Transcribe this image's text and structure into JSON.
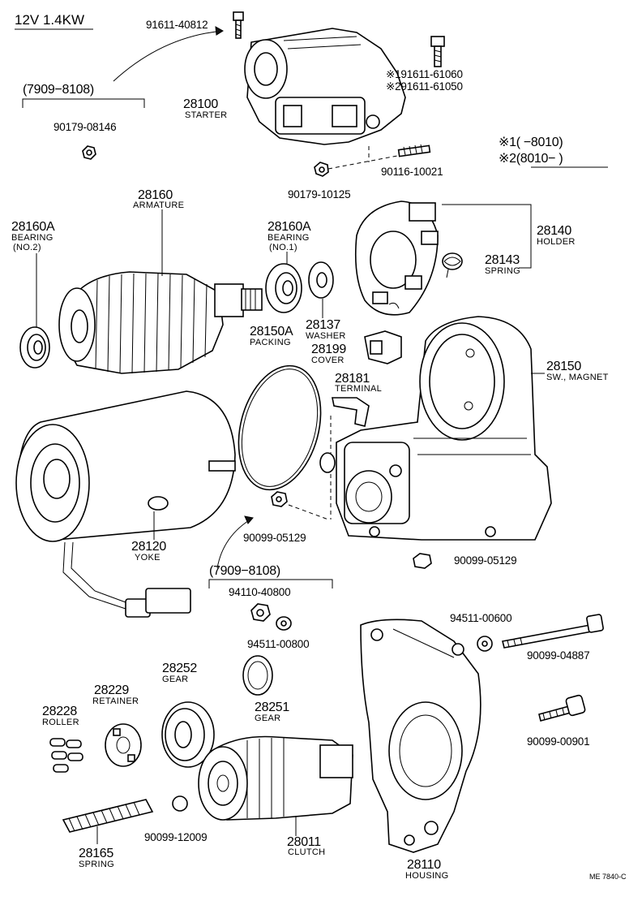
{
  "header": {
    "spec": "12V  1.4KW"
  },
  "notes": {
    "note1": "※1(     −8010)",
    "note2": "※2(8010−      )"
  },
  "brackets": {
    "top": "(7909−8108)",
    "middle": "(7909−8108)"
  },
  "parts": {
    "p28100": {
      "number": "28100",
      "name": "STARTER"
    },
    "p28160": {
      "number": "28160",
      "name": "ARMATURE"
    },
    "p28160A_no2": {
      "number": "28160A",
      "name_line1": "BEARING",
      "name_line2": "(NO.2)"
    },
    "p28160A_no1": {
      "number": "28160A",
      "name_line1": "BEARING",
      "name_line2": "(NO.1)"
    },
    "p28137": {
      "number": "28137",
      "name": "WASHER"
    },
    "p28140": {
      "number": "28140",
      "name": "HOLDER"
    },
    "p28143": {
      "number": "28143",
      "name": "SPRING"
    },
    "p28150A": {
      "number": "28150A",
      "name": "PACKING"
    },
    "p28199": {
      "number": "28199",
      "name": "COVER"
    },
    "p28181": {
      "number": "28181",
      "name": "TERMINAL"
    },
    "p28150": {
      "number": "28150",
      "name": "SW., MAGNET"
    },
    "p28120": {
      "number": "28120",
      "name": "YOKE"
    },
    "p28252": {
      "number": "28252",
      "name": "GEAR"
    },
    "p28251": {
      "number": "28251",
      "name": "GEAR"
    },
    "p28229": {
      "number": "28229",
      "name": "RETAINER"
    },
    "p28228": {
      "number": "28228",
      "name": "ROLLER"
    },
    "p28165": {
      "number": "28165",
      "name": "SPRING"
    },
    "p28011": {
      "number": "28011",
      "name": "CLUTCH"
    },
    "p28110": {
      "number": "28110",
      "name": "HOUSING"
    }
  },
  "hardware": {
    "h91611_40812": "91611-40812",
    "h91611_61060": "※191611-61060",
    "h91611_61050": "※291611-61050",
    "h90179_08146": "90179-08146",
    "h90116_10021": "90116-10021",
    "h90179_10125": "90179-10125",
    "h90099_05129_a": "90099-05129",
    "h90099_05129_b": "90099-05129",
    "h94110_40800": "94110-40800",
    "h94511_00800": "94511-00800",
    "h94511_00600": "94511-00600",
    "h90099_04887": "90099-04887",
    "h90099_00901": "90099-00901",
    "h90099_12009": "90099-12009"
  },
  "footer": {
    "code": "ME  7840-C"
  }
}
